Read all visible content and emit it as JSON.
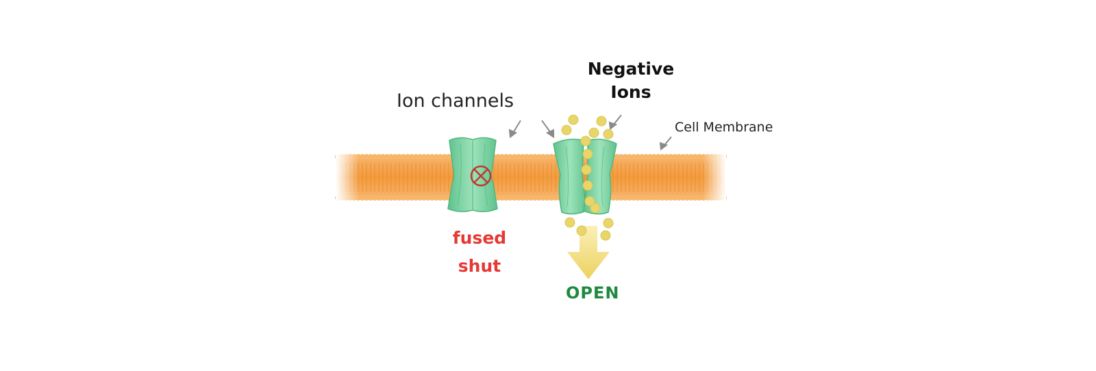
{
  "labels": {
    "ion_channels": "Ion channels",
    "negative_ions_line1": "Negative",
    "negative_ions_line2": "Ions",
    "cell_membrane": "Cell Membrane",
    "fused_line1": "fused",
    "fused_line2": "shut",
    "open": "OPEN"
  },
  "colors": {
    "membrane": "#f5a24a",
    "membrane_head": "#f7b76a",
    "channel": "#7fd3a3",
    "channel_dark": "#4fb47f",
    "ion": "#e8d66a",
    "ion_arrow": "#f1dc74",
    "blocked_mark": "#c0392b",
    "fused_text": "#e53935",
    "open_text": "#1e8a3e",
    "pointer_arrow": "#8a8a8a"
  },
  "icons": {
    "blocked": "blocked-cross-circle-icon",
    "flow": "down-arrow-icon"
  }
}
